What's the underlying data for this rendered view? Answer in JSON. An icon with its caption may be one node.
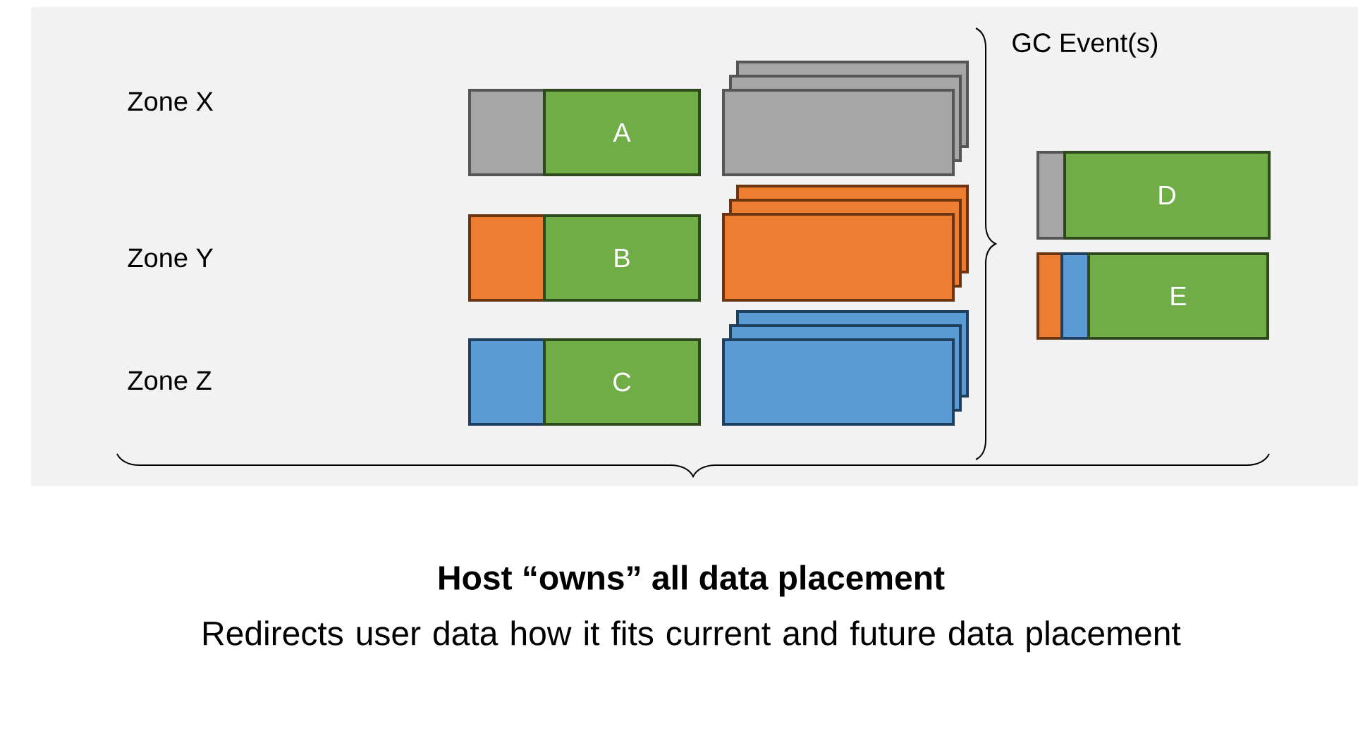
{
  "diagram": {
    "title": "Host “owns” all data placement",
    "caption": "Redirects user data how it fits current and future data placement",
    "nodes": [
      {
        "text": [
          "A"
        ]
      },
      {
        "text": [],
        "shape": "box"
      },
      {
        "text": [
          "B"
        ]
      },
      {
        "text": [],
        "shape": "box"
      },
      {
        "text": [
          "C"
        ]
      },
      {
        "text": [],
        "shape": "box"
      },
      {
        "text": [
          "D"
        ]
      },
      {
        "text": [
          "E"
        ]
      }
    ],
    "edges": [],
    "labels": [
      "GC Event(s)",
      "Zone X",
      "Zone Y",
      "Zone Z"
    ]
  }
}
